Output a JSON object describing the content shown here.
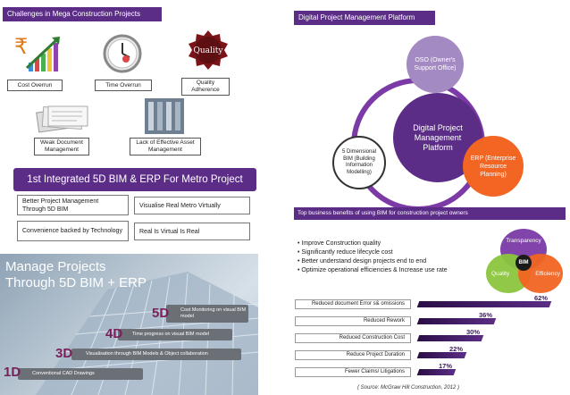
{
  "left": {
    "header": "Challenges in Mega Construction Projects",
    "challenges": {
      "cost_overrun": "Cost Overrun",
      "time_overrun": "Time Overrun",
      "quality": "Quality Adherence",
      "quality_logo_text": "Quality",
      "weak_docs": "Weak Document Management",
      "asset_mgmt": "Lack of Effective Asset Management"
    },
    "banner": "1st Integrated 5D BIM & ERP For Metro Project",
    "cells": {
      "c1": "Better Project Management Through 5D BIM",
      "c2": "Visualise Real Metro Virtually",
      "c3": "Convenience backed by Technology",
      "c4": "Real Is Virtual Is Real"
    },
    "panel": {
      "title_line1": "Manage Projects",
      "title_line2": "Through 5D BIM + ERP",
      "steps": [
        {
          "num": "5D",
          "text": "Cost Monitoring on visual BIM model"
        },
        {
          "num": "4D",
          "text": "Time progress on visual  BIM model"
        },
        {
          "num": "3D",
          "text": "Visualisation through BIM Models & Object collaboration"
        },
        {
          "num": "1D",
          "text": "Conventional CAD Drawings"
        }
      ]
    }
  },
  "right": {
    "header": "Digital Project Management Platform",
    "center": "Digital Project Management Platform",
    "nodes": {
      "oso": "OSO (Owner's Support Office)",
      "erp": "ERP (Enterprise Resource Planning)",
      "bim": "5 Dimensional BIM (Building Information Modelling)"
    },
    "benefits_header": "Top business benefits of using BIM for construction project owners",
    "bullets": [
      "• Improve Construction quality",
      "• Significantly reduce lifecycle cost",
      "• Better understand design projects end to end",
      "• Optimize operational efficiencies & Increase use  rate"
    ],
    "venn": {
      "top": "Transparency",
      "left": "Quality",
      "right": "Efficiency",
      "center": "BIM"
    },
    "source": "( Source: McGraw Hill Construction, 2012 )",
    "colors": {
      "accent": "#5b2d86",
      "venn_top": "#7b3aa6",
      "venn_left": "#8cc63f",
      "venn_right": "#f26522"
    }
  },
  "chart_data": {
    "type": "bar",
    "categories": [
      "Reduced document Error s& omissions",
      "Reduced Rework",
      "Reduced Construction Cost",
      "Reduce Project Duration",
      "Fewer Claims/ Litigations"
    ],
    "values": [
      62,
      36,
      30,
      22,
      17
    ],
    "value_labels": [
      "62%",
      "36%",
      "30%",
      "22%",
      "17%"
    ],
    "xlim": [
      0,
      62
    ]
  }
}
